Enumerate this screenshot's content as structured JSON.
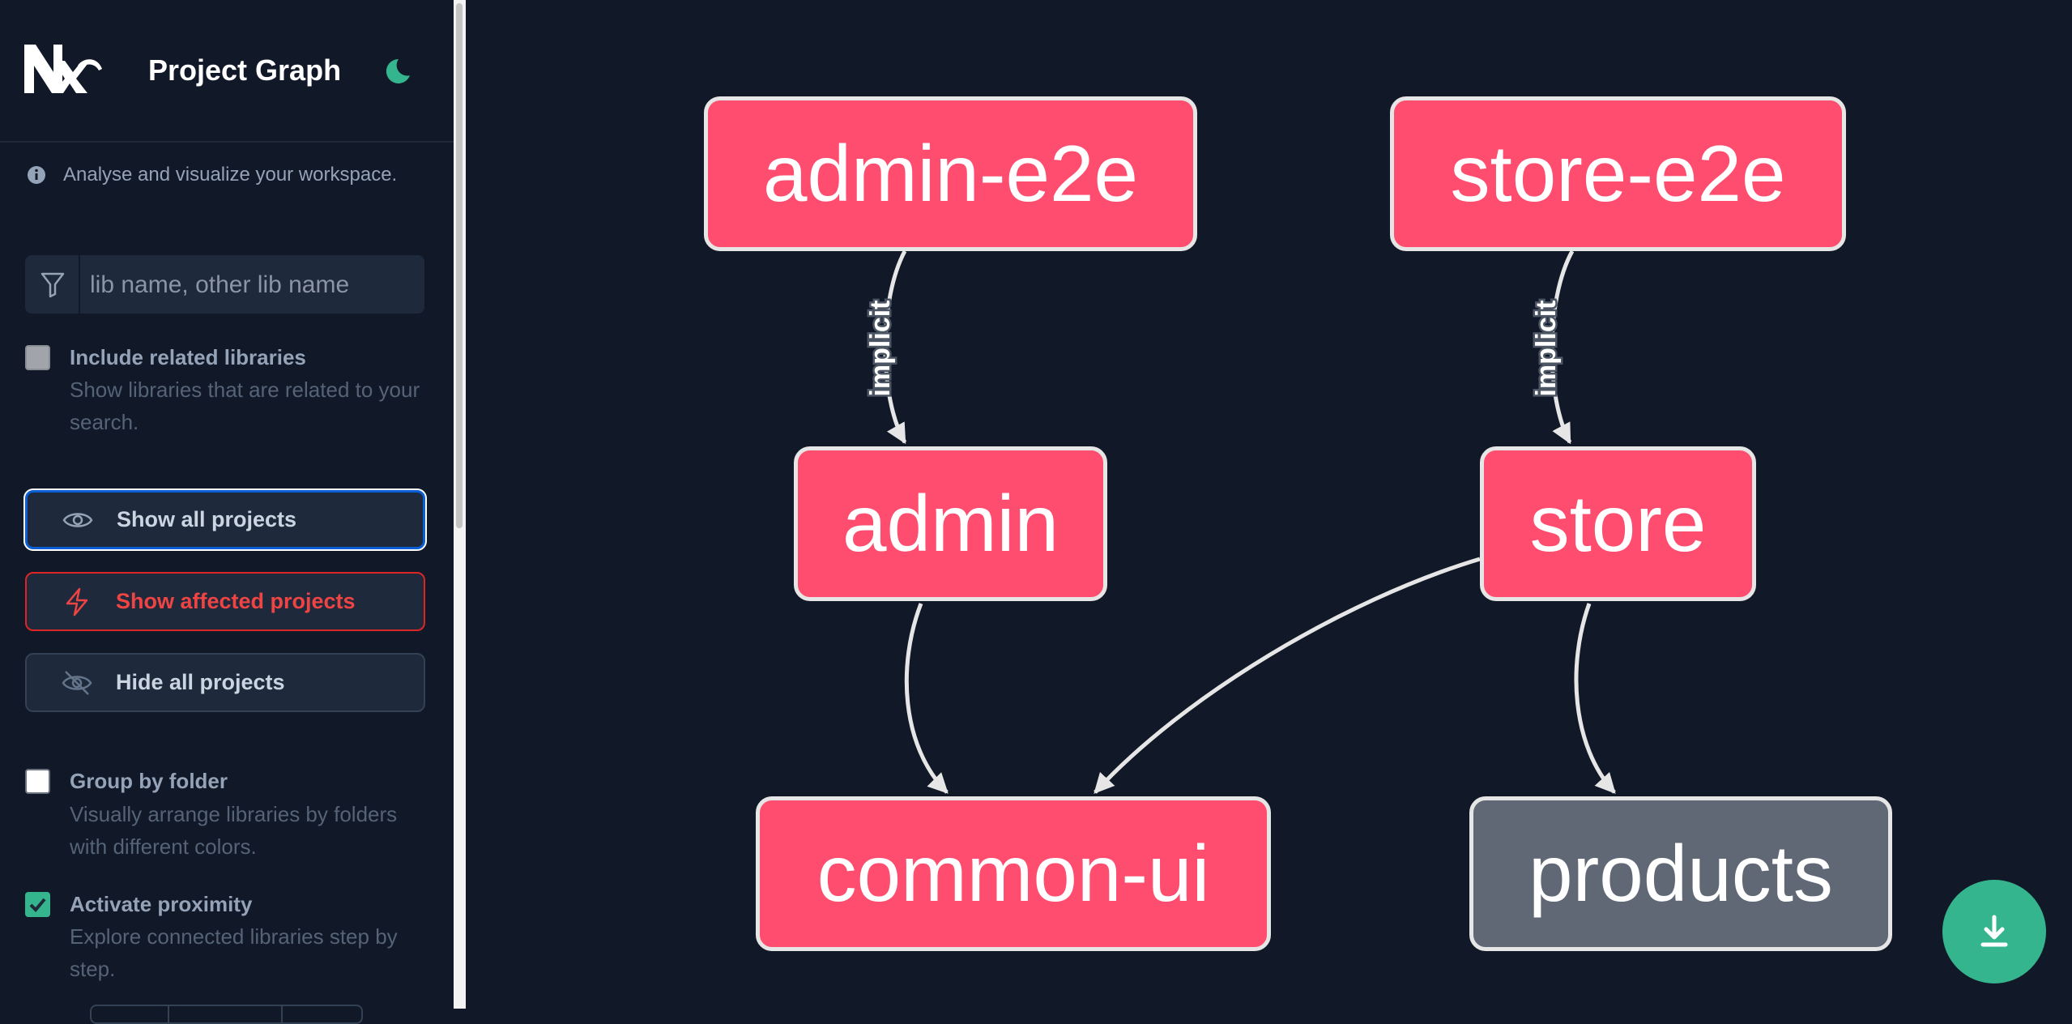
{
  "sidebar": {
    "title": "Project Graph",
    "logo_text": "Nx",
    "theme_icon": "moon-icon",
    "info": "Analyse and visualize your workspace.",
    "search": {
      "placeholder": "lib name, other lib name",
      "value": ""
    },
    "include_related": {
      "label": "Include related libraries",
      "description": "Show libraries that are related to your search.",
      "checked": false
    },
    "buttons": {
      "show_all": "Show all projects",
      "show_affected": "Show affected projects",
      "hide_all": "Hide all projects"
    },
    "group_by_folder": {
      "label": "Group by folder",
      "description": "Visually arrange libraries by folders with different colors.",
      "checked": false
    },
    "activate_proximity": {
      "label": "Activate proximity",
      "description": "Explore connected libraries step by step.",
      "checked": true
    }
  },
  "graph": {
    "nodes": [
      {
        "id": "admin-e2e",
        "label": "admin-e2e",
        "affected": true
      },
      {
        "id": "store-e2e",
        "label": "store-e2e",
        "affected": true
      },
      {
        "id": "admin",
        "label": "admin",
        "affected": true
      },
      {
        "id": "store",
        "label": "store",
        "affected": true
      },
      {
        "id": "common-ui",
        "label": "common-ui",
        "affected": true
      },
      {
        "id": "products",
        "label": "products",
        "affected": false
      }
    ],
    "edges": [
      {
        "from": "admin-e2e",
        "to": "admin",
        "label": "implicit"
      },
      {
        "from": "store-e2e",
        "to": "store",
        "label": "implicit"
      },
      {
        "from": "admin",
        "to": "common-ui",
        "label": ""
      },
      {
        "from": "store",
        "to": "common-ui",
        "label": ""
      },
      {
        "from": "store",
        "to": "products",
        "label": ""
      }
    ]
  },
  "download_icon": "download-icon",
  "colors": {
    "affected": "#ff4d6f",
    "unaffected": "#616875",
    "accent": "#35b58e",
    "danger": "#ef4444",
    "background": "#111827"
  }
}
